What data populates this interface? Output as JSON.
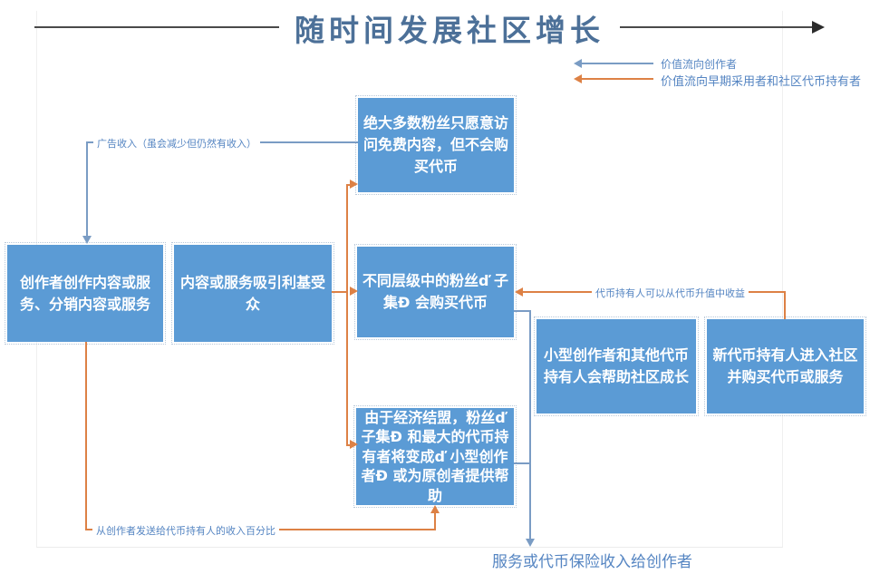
{
  "title": "随时间发展社区增长",
  "legend": {
    "items": [
      {
        "label": "价值流向创作者",
        "color": "#7A9CC4"
      },
      {
        "label": "价值流向早期采用者和社区代币持有者",
        "color": "#DD8145"
      }
    ]
  },
  "boxes": {
    "create": "创作者创作内容或服务、分销内容或服务",
    "attract": "内容或服务吸引利基受众",
    "free_fans": "绝大多数粉丝只愿意访问免费内容，但不会购买代币",
    "buy_tokens": "不同层级中的粉丝ď 子集Đ 会购买代币",
    "alignment": "由于经济结盟，粉丝ď 子集Đ 和最大的代币持有者将变成ď 小型创作者Đ 或为原创者提供帮助",
    "small_creators": "小型创作者和其他代币持有人会帮助社区成长",
    "new_holders": "新代币持有人进入社区并购买代币或服务"
  },
  "annotations": {
    "ad_revenue": "广告收入（虽会减少但仍然有收入）",
    "appreciation": "代币持有人可以从代币升值中收益",
    "revenue_share": "从创作者发送给代币持有人的收入百分比",
    "service_income": "服务或代币保险收入给创作者"
  },
  "colors": {
    "box_fill": "#5B9BD5",
    "box_text": "#FFFFFF",
    "flow_to_creator": "#7A9CC4",
    "flow_to_adopters": "#DD8145",
    "annotation_text": "#5585C2",
    "title_text": "#4C7098",
    "timeline": "#4A4A4A"
  }
}
